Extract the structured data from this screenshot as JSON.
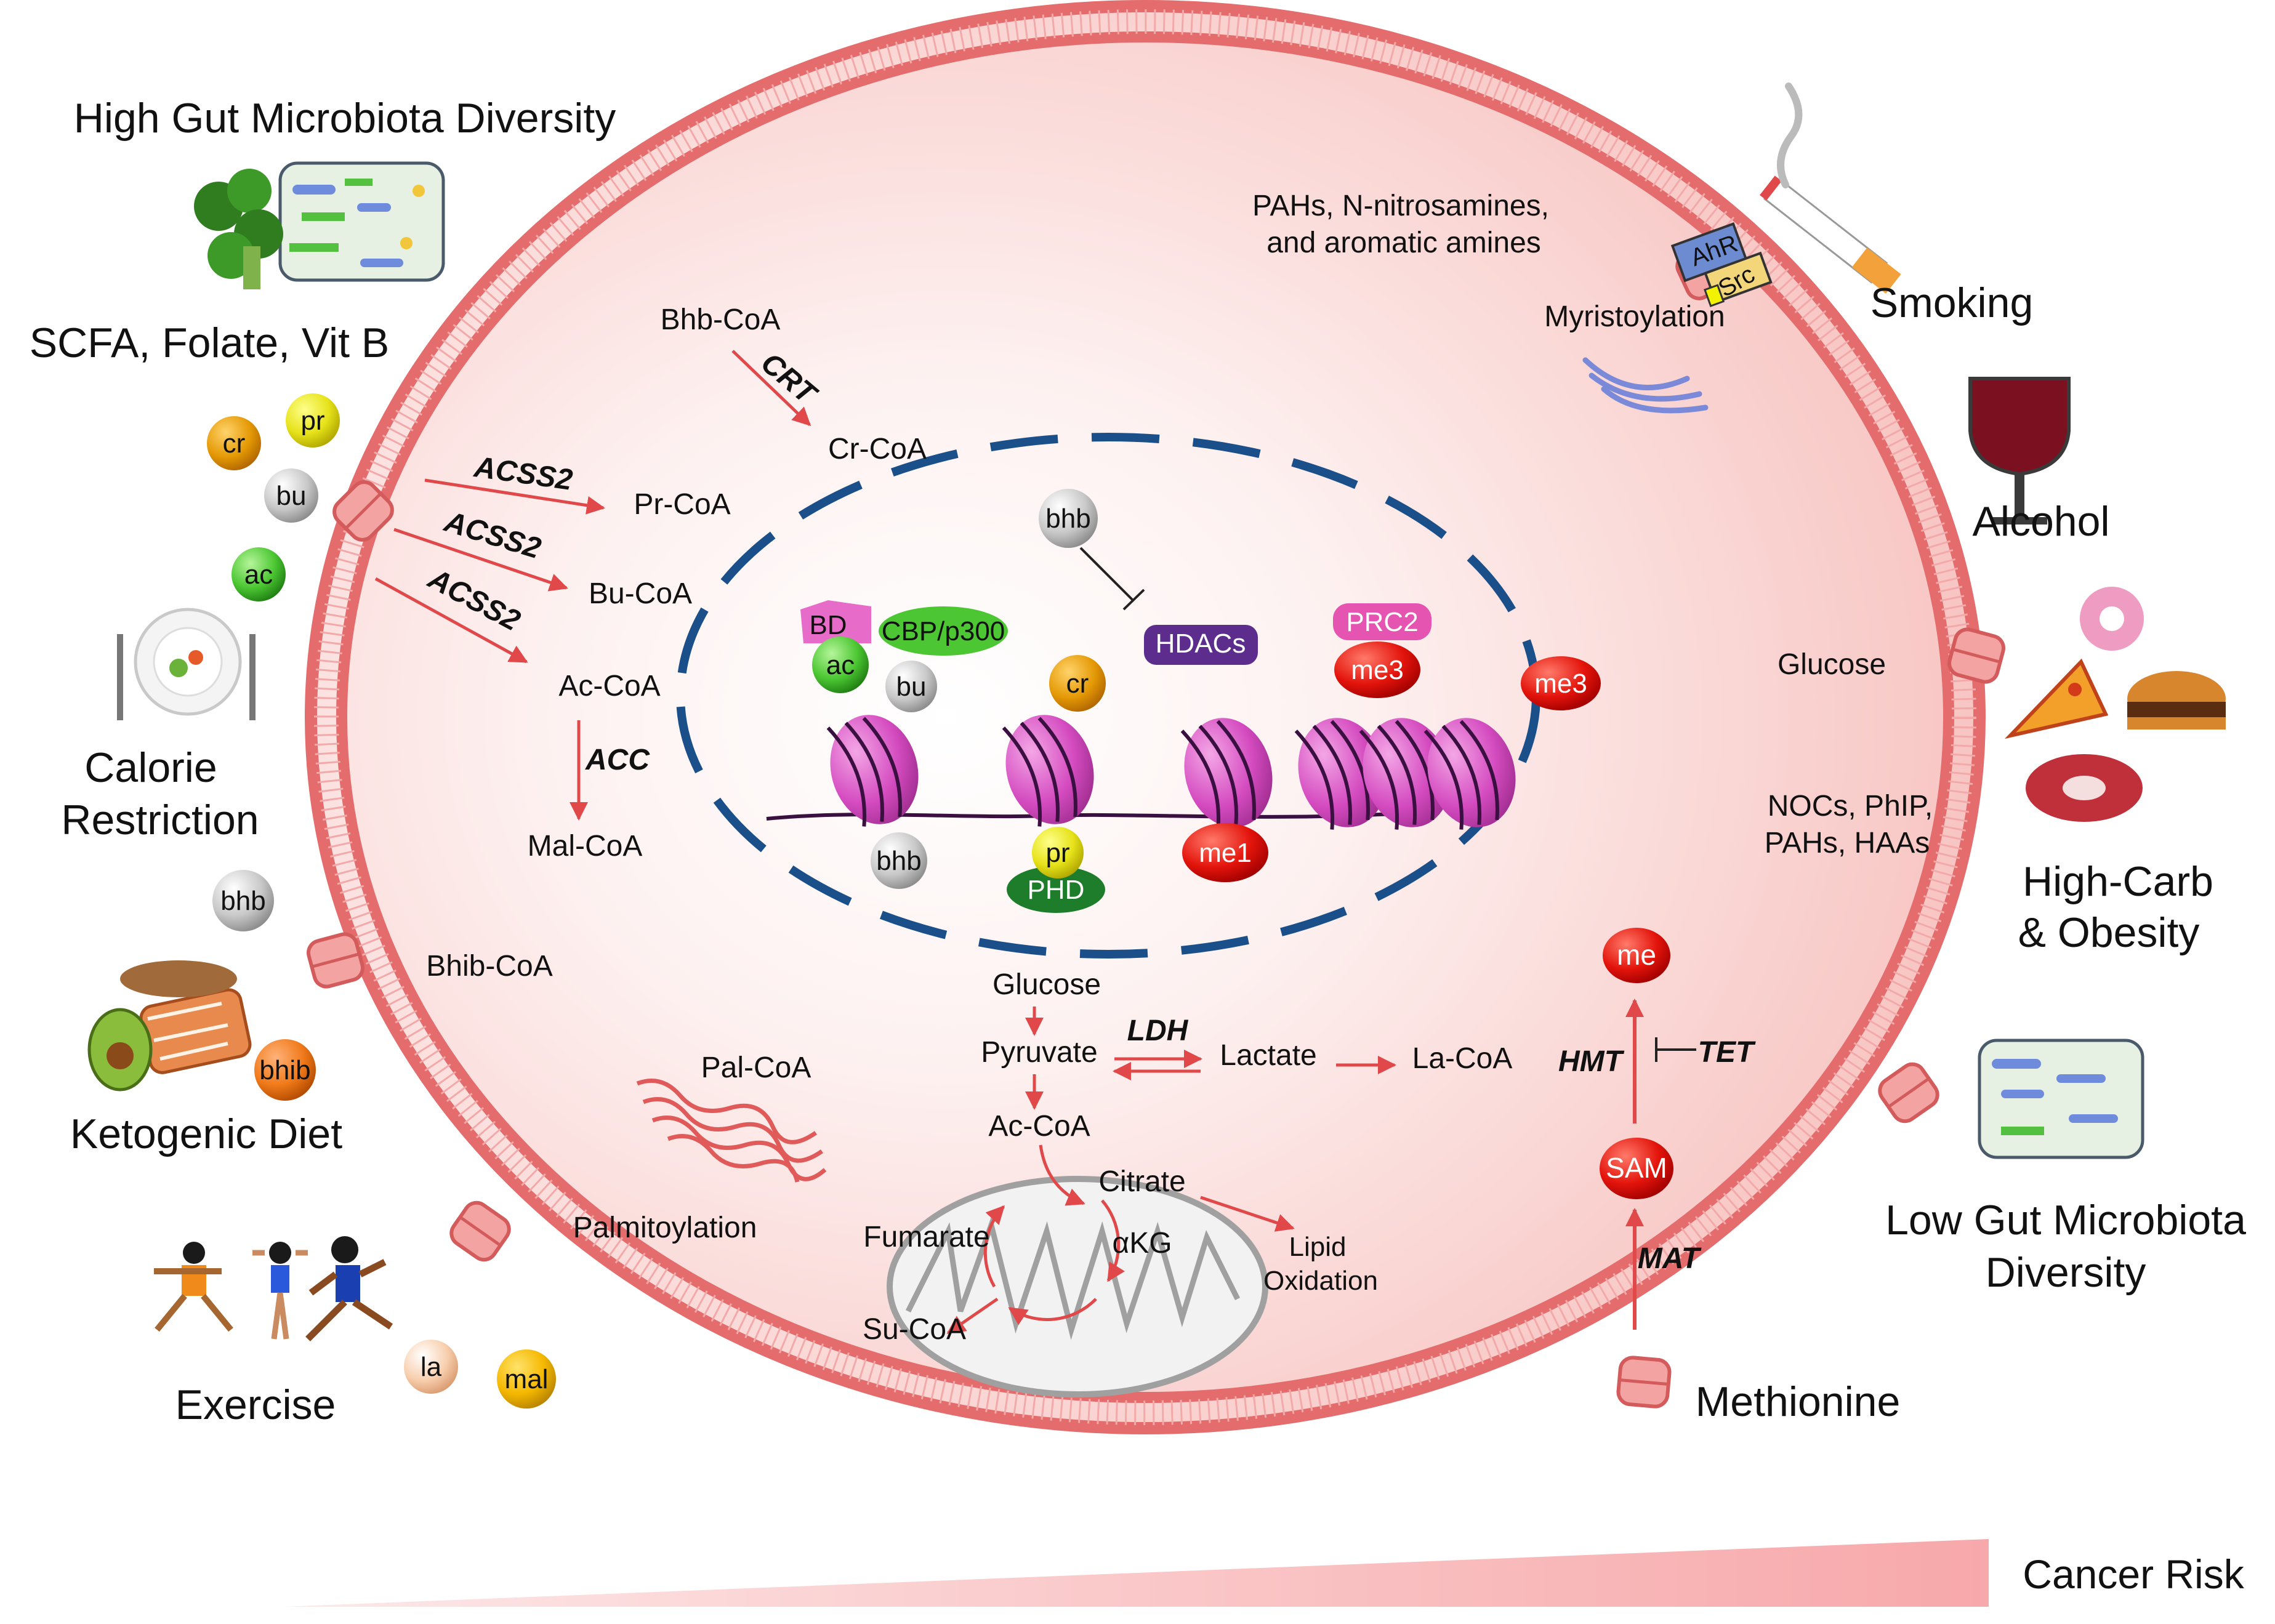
{
  "left_factors": {
    "microbiota_high": "High Gut Microbiota Diversity",
    "nutrients": "SCFA, Folate, Vit B",
    "calorie_line1": "Calorie",
    "calorie_line2": "Restriction",
    "keto": "Ketogenic Diet",
    "exercise": "Exercise"
  },
  "right_factors": {
    "smoking": "Smoking",
    "alcohol": "Alcohol",
    "highcarb_line1": "High-Carb",
    "highcarb_line2": "& Obesity",
    "microbiota_low_line1": "Low Gut Microbiota",
    "microbiota_low_line2": "Diversity",
    "methionine": "Methionine"
  },
  "metabolite_balls": {
    "cr": "cr",
    "pr": "pr",
    "bu": "bu",
    "ac": "ac",
    "bhb": "bhb",
    "bhib": "bhib",
    "la": "la",
    "mal": "mal"
  },
  "cytoplasm": {
    "bhb_coa": "Bhb-CoA",
    "crt": "CRT",
    "cr_coa": "Cr-CoA",
    "acss2_1": "ACSS2",
    "acss2_2": "ACSS2",
    "acss2_3": "ACSS2",
    "pr_coa": "Pr-CoA",
    "bu_coa": "Bu-CoA",
    "ac_coa": "Ac-CoA",
    "acc": "ACC",
    "mal_coa": "Mal-CoA",
    "bhib_coa": "Bhib-CoA",
    "pal_coa": "Pal-CoA",
    "palmitoylation": "Palmitoylation",
    "carcinogens_line1": "PAHs, N-nitrosamines,",
    "carcinogens_line2": "and aromatic amines",
    "myristoylation": "Myristoylation",
    "ahr": "AhR",
    "src": "Src",
    "glucose_right": "Glucose",
    "dietary_line1": "NOCs, PhIP,",
    "dietary_line2": "PAHs, HAAs"
  },
  "nucleus": {
    "bhb": "bhb",
    "hdacs": "HDACs",
    "bd": "BD",
    "cbp": "CBP/p300",
    "ac": "ac",
    "bu": "bu",
    "cr": "cr",
    "prc2": "PRC2",
    "me3_a": "me3",
    "me3_b": "me3",
    "bhb_low": "bhb",
    "pr": "pr",
    "phd": "PHD",
    "me1": "me1"
  },
  "glycolysis": {
    "glucose": "Glucose",
    "pyruvate": "Pyruvate",
    "ldh": "LDH",
    "lactate": "Lactate",
    "la_coa": "La-CoA",
    "ac_coa": "Ac-CoA",
    "citrate": "Citrate",
    "akg": "αKG",
    "fumarate": "Fumarate",
    "su_coa": "Su-CoA",
    "lipid_line1": "Lipid",
    "lipid_line2": "Oxidation"
  },
  "methylation": {
    "me": "me",
    "hmt": "HMT",
    "tet": "TET",
    "sam": "SAM",
    "mat": "MAT"
  },
  "risk_label": "Cancer Risk"
}
